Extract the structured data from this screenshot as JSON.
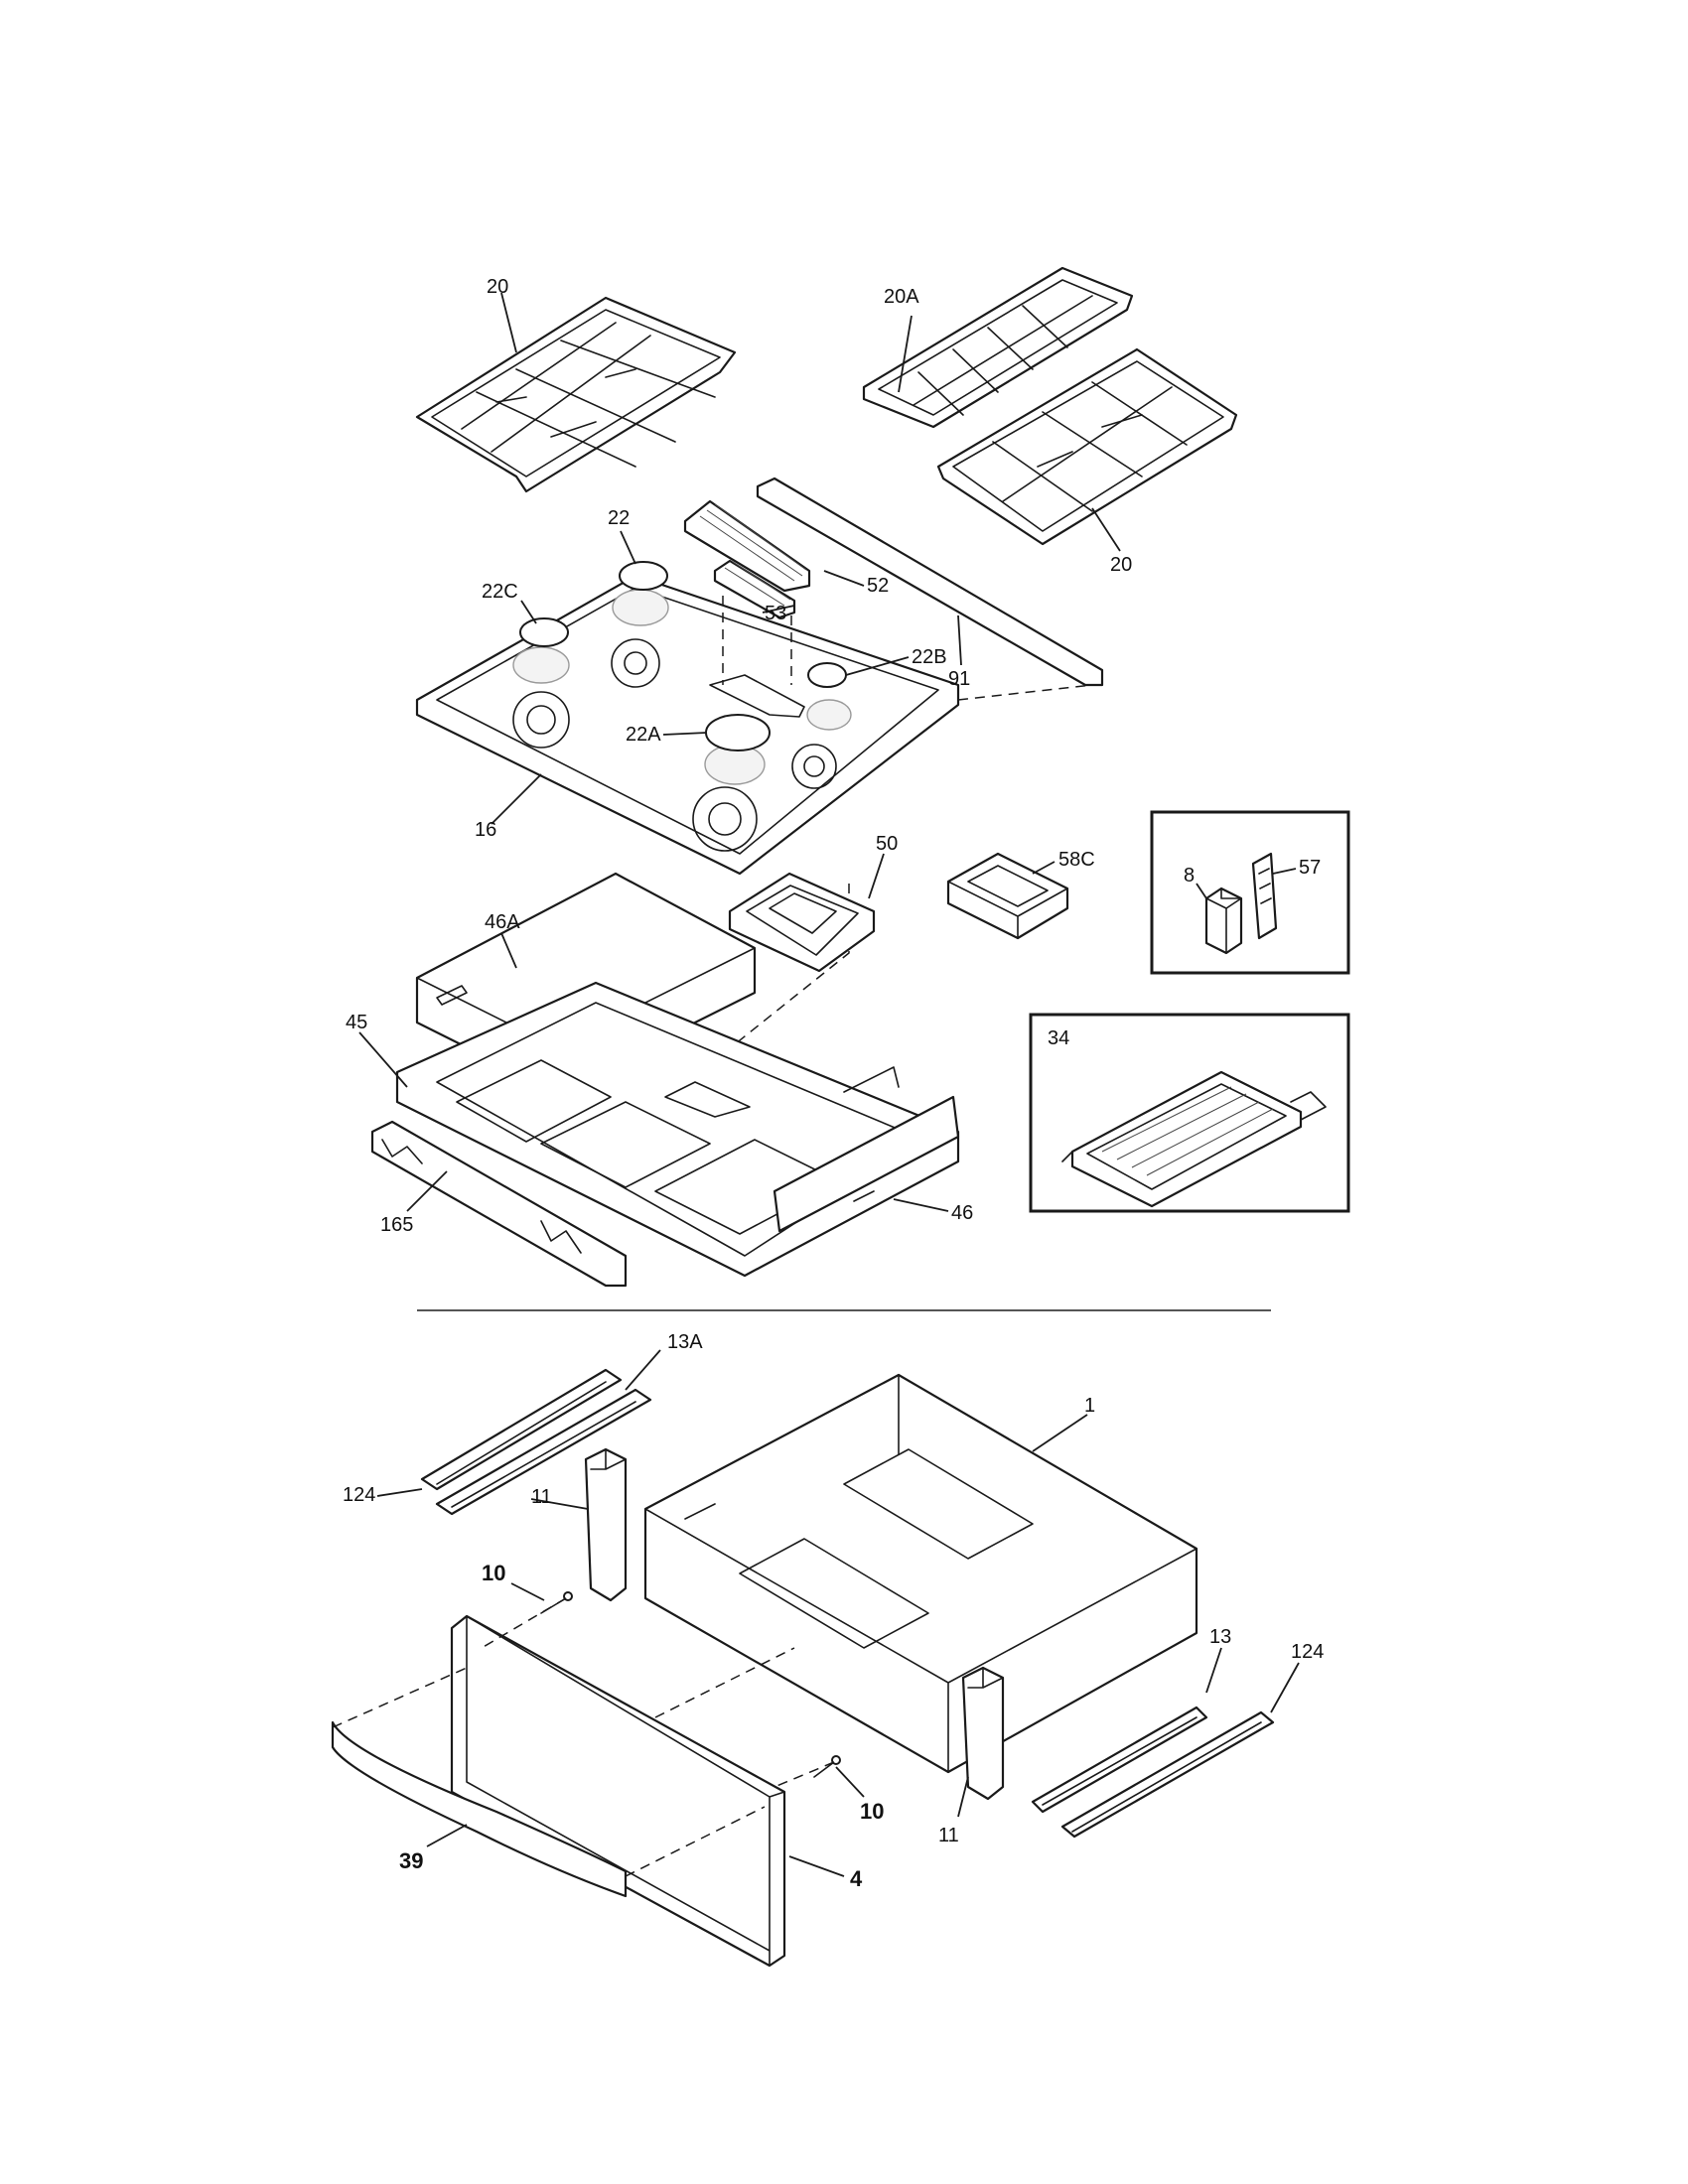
{
  "callouts": {
    "c20a": "20",
    "c20A": "20A",
    "c20b": "20",
    "c22": "22",
    "c22C": "22C",
    "c53": "53",
    "c52": "52",
    "c22B": "22B",
    "c91": "91",
    "c22A": "22A",
    "c16": "16",
    "c50": "50",
    "c58C": "58C",
    "c8": "8",
    "c57": "57",
    "c46A": "46A",
    "c45": "45",
    "c34": "34",
    "c165": "165",
    "c46": "46",
    "c13A": "13A",
    "c1": "1",
    "c124a": "124",
    "c11a": "11",
    "c10a": "10",
    "c13": "13",
    "c124b": "124",
    "c10b": "10",
    "c11b": "11",
    "c39": "39",
    "c4": "4"
  }
}
